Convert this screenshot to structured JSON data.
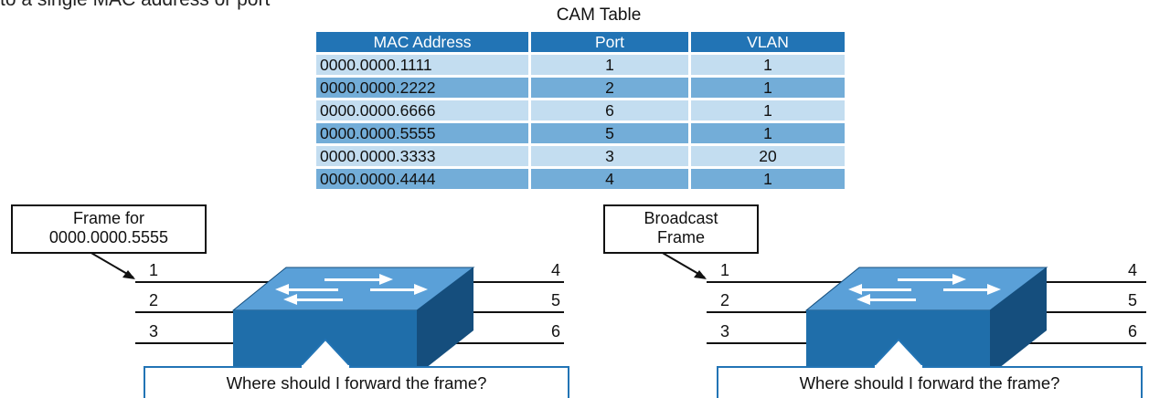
{
  "top_caption": "to a single MAC address or port",
  "cam_table": {
    "title": "CAM Table",
    "headers": [
      "MAC Address",
      "Port",
      "VLAN"
    ],
    "rows": [
      [
        "0000.0000.1111",
        "1",
        "1"
      ],
      [
        "0000.0000.2222",
        "2",
        "1"
      ],
      [
        "0000.0000.6666",
        "6",
        "1"
      ],
      [
        "0000.0000.5555",
        "5",
        "1"
      ],
      [
        "0000.0000.3333",
        "3",
        "20"
      ],
      [
        "0000.0000.4444",
        "4",
        "1"
      ]
    ]
  },
  "scenes": [
    {
      "callout_lines": [
        "Frame for",
        "0000.0000.5555"
      ],
      "ports_left": [
        "1",
        "2",
        "3"
      ],
      "ports_right": [
        "4",
        "5",
        "6"
      ],
      "question": "Where should I forward the frame?"
    },
    {
      "callout_lines": [
        "Broadcast",
        "Frame"
      ],
      "ports_left": [
        "1",
        "2",
        "3"
      ],
      "ports_right": [
        "4",
        "5",
        "6"
      ],
      "question": "Where should I forward the frame?"
    }
  ],
  "colors": {
    "switch_front": "#1f6eaa",
    "switch_top": "#5aa0d8",
    "switch_side": "#154e7d",
    "header_blue": "#2274b5",
    "row_light": "#c3ddf0",
    "row_dark": "#73add8"
  }
}
